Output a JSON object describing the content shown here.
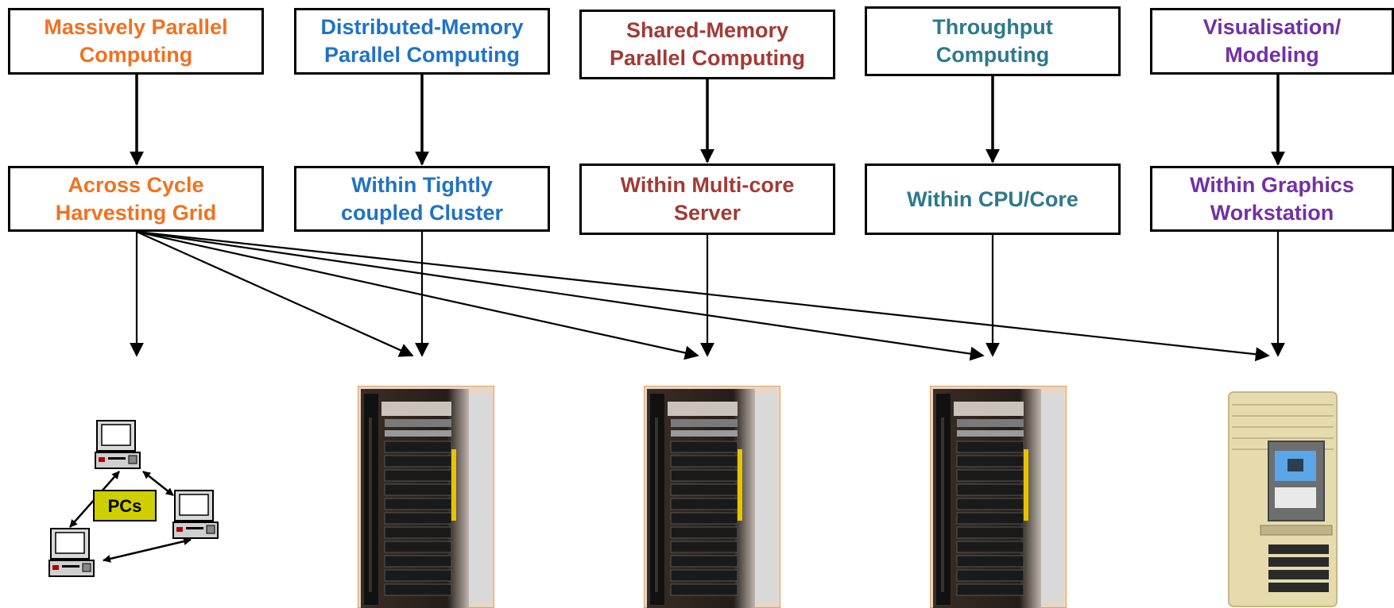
{
  "colors": {
    "orange": "#f2711e",
    "blue": "#1f73c6",
    "red": "#a33a34",
    "teal": "#2c7a8c",
    "purple": "#7330a6",
    "pc_label_bg": "#cfcf00"
  },
  "columns": [
    {
      "id": "massively-parallel",
      "top": [
        "Massively Parallel",
        "Computing"
      ],
      "bottom": [
        "Across Cycle",
        "Harvesting Grid"
      ],
      "color": "orange",
      "target_icon": "pc-network-icon"
    },
    {
      "id": "distributed-memory",
      "top": [
        "Distributed-Memory",
        "Parallel Computing"
      ],
      "bottom": [
        "Within Tightly",
        "coupled Cluster"
      ],
      "color": "blue",
      "target_icon": "server-rack-icon"
    },
    {
      "id": "shared-memory",
      "top": [
        "Shared-Memory",
        "Parallel Computing"
      ],
      "bottom": [
        "Within Multi-core",
        "Server"
      ],
      "color": "red",
      "target_icon": "server-rack-icon"
    },
    {
      "id": "throughput",
      "top": [
        "Throughput",
        "Computing"
      ],
      "bottom": [
        "Within CPU/Core"
      ],
      "color": "teal",
      "target_icon": "server-rack-icon"
    },
    {
      "id": "visualisation",
      "top": [
        "Visualisation/",
        "Modeling"
      ],
      "bottom": [
        "Within Graphics",
        "Workstation"
      ],
      "color": "purple",
      "target_icon": "graphics-workstation-icon"
    }
  ],
  "pc_network_label": "PCs"
}
